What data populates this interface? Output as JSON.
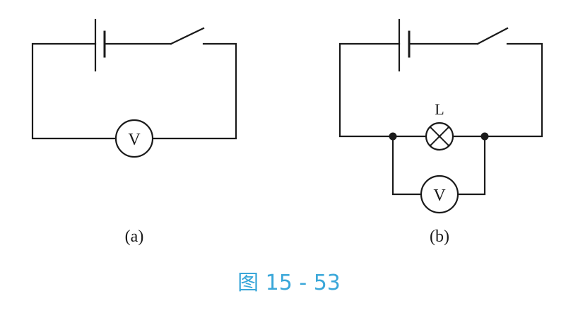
{
  "circuit_a": {
    "meter_symbol": "V",
    "caption": "(a)"
  },
  "circuit_b": {
    "lamp_label": "L",
    "meter_symbol": "V",
    "caption": "(b)"
  },
  "figure_caption": "图 15 - 53",
  "colors": {
    "line": "#1a1a1a",
    "caption": "#3aa7d9",
    "background": "#ffffff"
  }
}
